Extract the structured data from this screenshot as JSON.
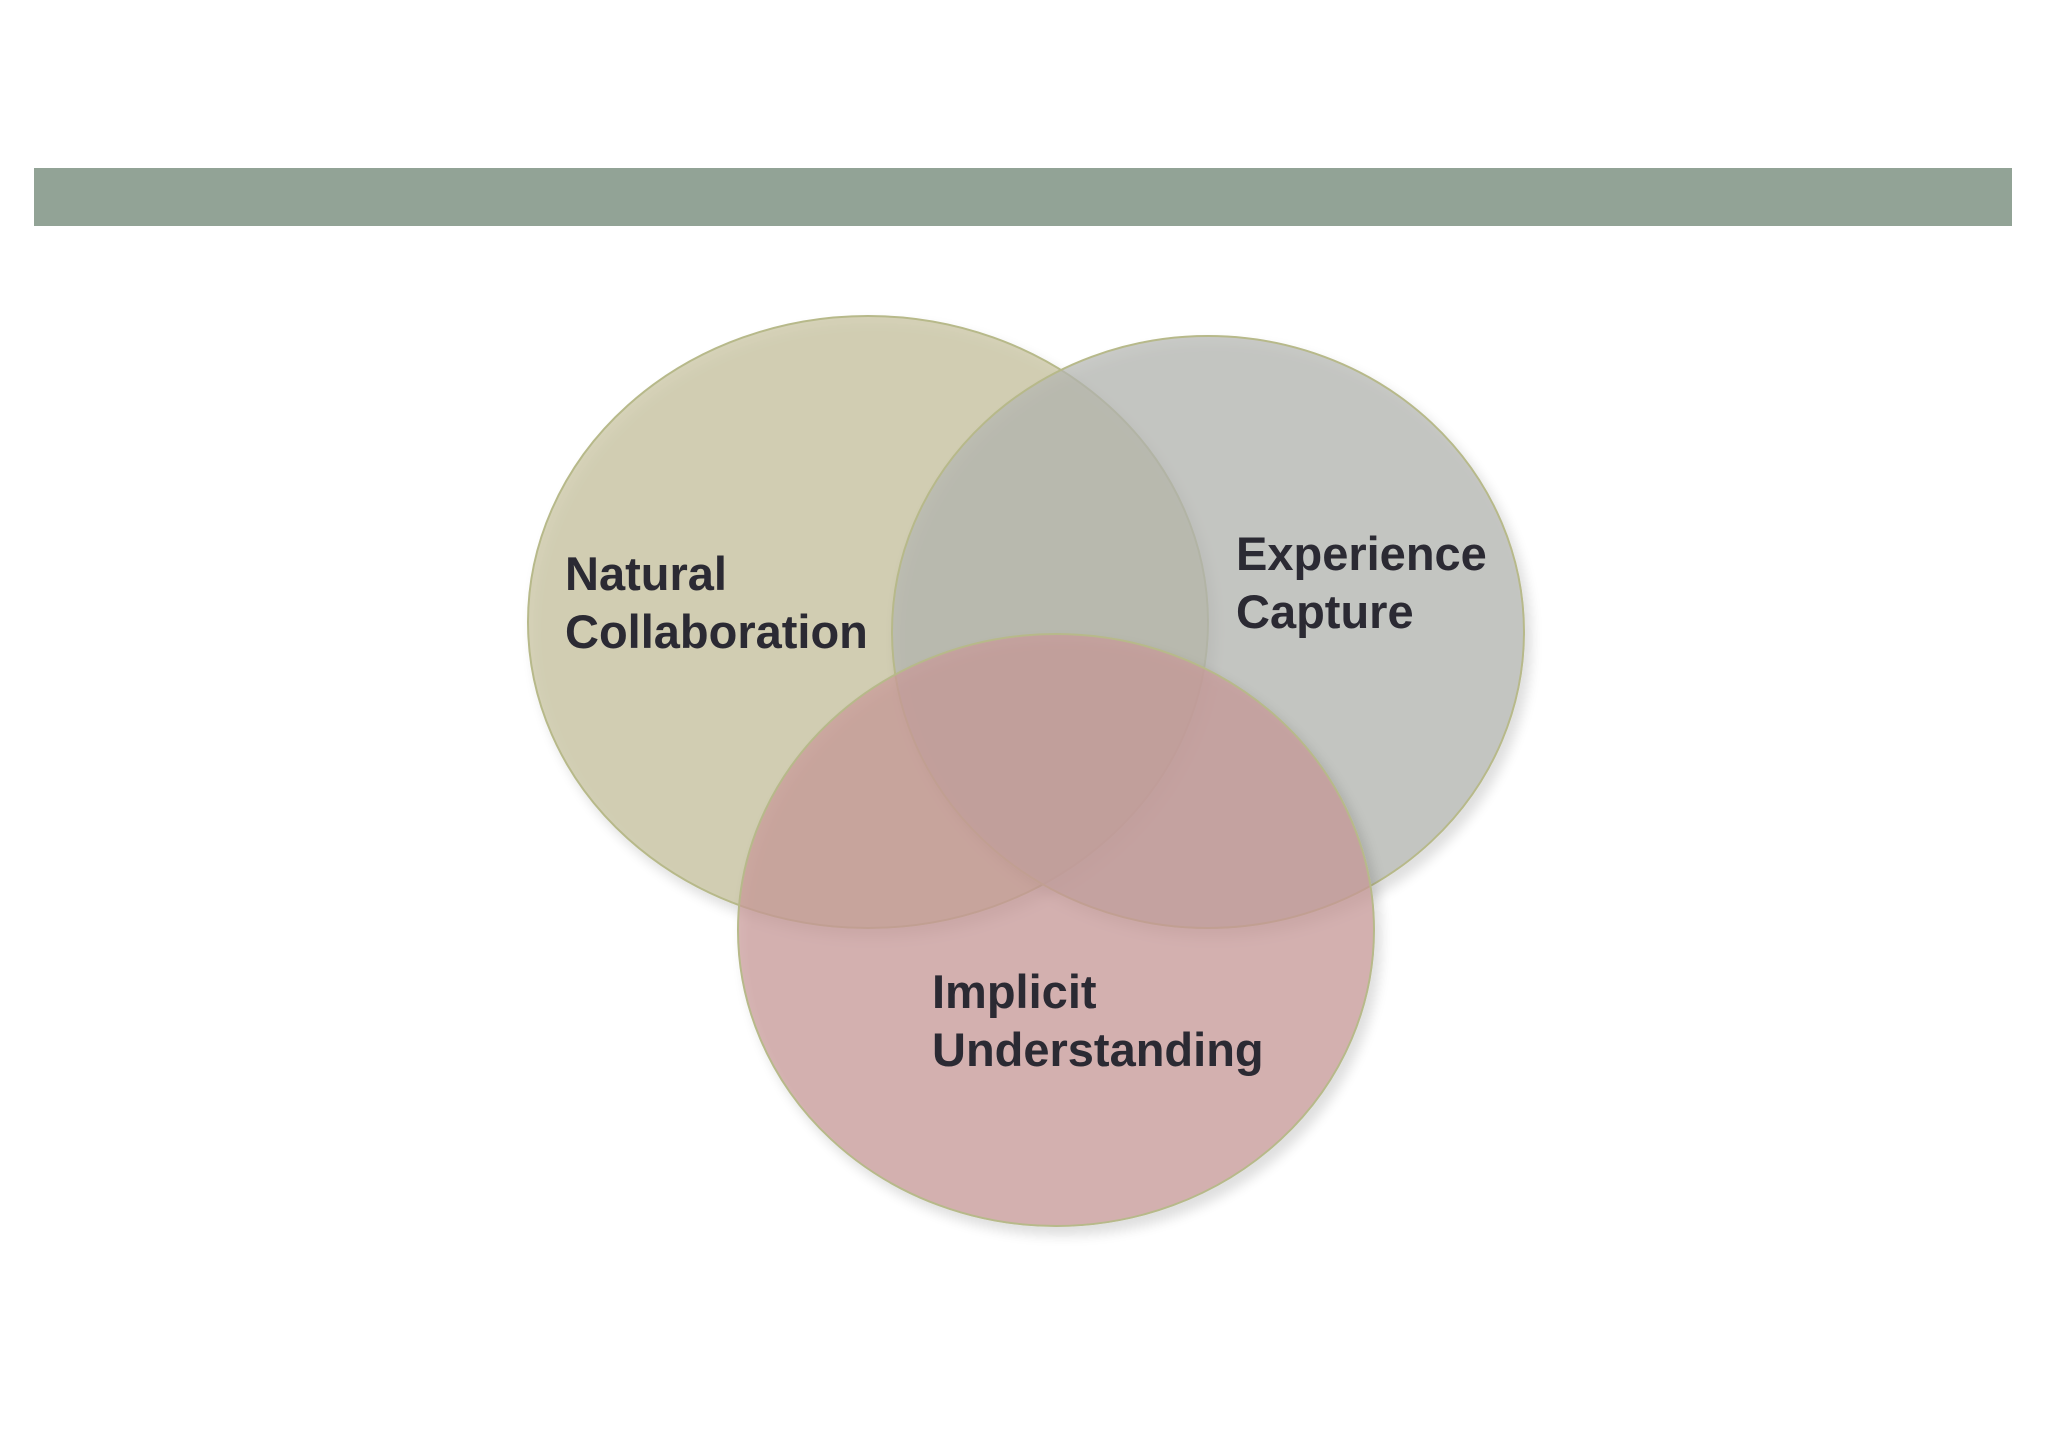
{
  "slide": {
    "title": ""
  },
  "colors": {
    "title_bar": "#92a396",
    "background": "#ffffff",
    "label_text": "#2b2a33",
    "circle_outline": "#b7b98a"
  },
  "venn": {
    "sets": [
      {
        "id": "natural-collaboration",
        "label_lines": [
          "Natural",
          "Collaboration"
        ],
        "fill": "#c6c19c"
      },
      {
        "id": "experience-capture",
        "label_lines": [
          "Experience",
          "Capture"
        ],
        "fill": "#b4b6b2"
      },
      {
        "id": "implicit-understanding",
        "label_lines": [
          "Implicit",
          "Understanding"
        ],
        "fill": "#c99a98"
      }
    ]
  }
}
